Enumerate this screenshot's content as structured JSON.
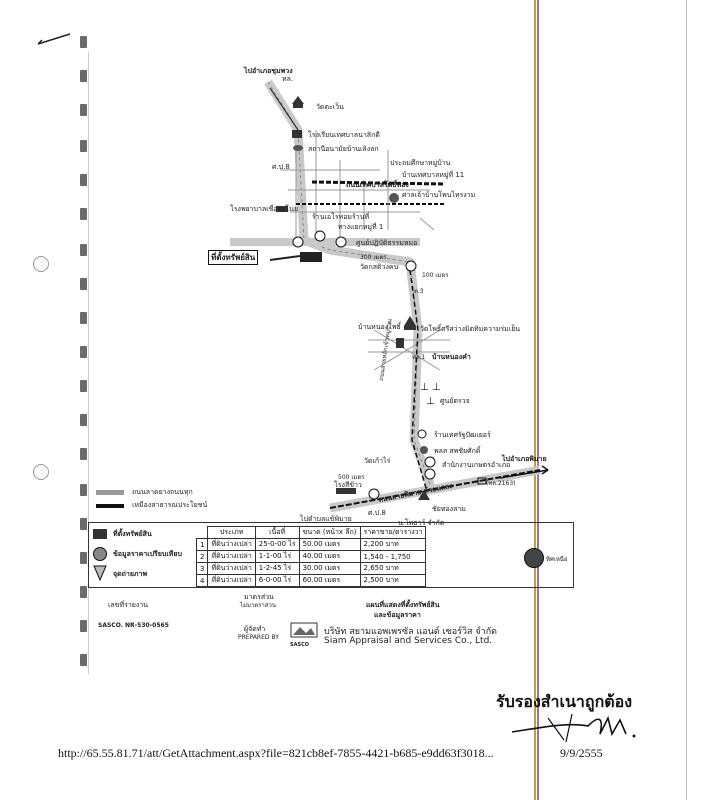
{
  "map": {
    "top_destination": "ไปอำเภอชุมพวง",
    "top_road": "ทล.",
    "top_labels": [
      "วัดตะเว็น",
      "โรงเรียนเทศบาลนาสิกดี",
      "สถานีอนามัยบ้านเลิงลก",
      "ศ.ป.8"
    ],
    "mid_labels": [
      "ประถมศึกษาหมู่บ้าน",
      "บ้านเทศบาลหมู่ที่ 11",
      "ถนนเทศบาลโพธิ์ทอง",
      "ศาลเจ้าบ้านโพนไทรงาม"
    ],
    "market_label": "โรงพยาบาลเชื่อยะโนย",
    "shop_label": "ร้านเอโรทอมร้านที่",
    "school_label": "ทางแยกหมู่ที่ 1",
    "center_label": "ศูนย์ปฏิบัติธรรมหมอ",
    "property_label": "ที่ตั้งทรัพย์สิน",
    "gas_label": "วัดกสติวงคน",
    "distance_1": "300 เมตร",
    "distance_2": "100 เมตร",
    "road_label_3": "ต.3",
    "village_1": "บ้านหนองโพธิ์",
    "temple_1": "วัดโพธิ์ศรีสว่างมิตทิมความร่มเย็น",
    "village_2": "บ้านหนองคำ",
    "road_label_4": "ทล.1",
    "cemetery_label": "ศูนย์ตรวจ",
    "shop_2": "ร้านเทศรัฐปัฒเยอร์",
    "school_2": "พลล สพชัยศักดิ์",
    "temple_2": "วัดเก้าไร่",
    "village_3": "สำนักงานเกษตรอำเภอ",
    "right_destination": "ไปอำเภอพิมาย",
    "road_ref": "(ทล.2163)",
    "bottom_destination": "ไปตำบลแข้พิมาย",
    "distance_3": "500 เมตร",
    "factory_label": "โรงสีข้าว",
    "bottom_labels": [
      "ศ.ป.8",
      "ชัยทองสาม",
      "น.โพธาร์ จำกัด"
    ],
    "vertical_road": "ถนนสายหลักเข้าหมู่บ้าน",
    "diagonal_road": "ถนนสายพิมาย-ห้วยแถลง"
  },
  "legend": {
    "line_1": "ถนนลาดยางถนนทุก",
    "line_2": "เหมืองสาธารณประโยชน์",
    "item_property": "ที่ตั้งทรัพย์สิน",
    "item_comparables": "ข้อมูลราคาเปรียบเทียบ",
    "item_photo": "จุดถ่ายภาพ"
  },
  "table": {
    "headers": [
      "ประเภท",
      "เนื้อที่",
      "ขนาด (หน้าx ลึก)",
      "ราคาขาย/ตารางวา"
    ],
    "rows": [
      {
        "no": "1",
        "type": "ที่ดินว่างเปล่า",
        "area": "25-0-00 ไร่",
        "size": "50.00 เมตร",
        "price": "2,200 บาท"
      },
      {
        "no": "2",
        "type": "ที่ดินว่างเปล่า",
        "area": "1-1-00 ไร่",
        "size": "40.00 เมตร",
        "price": "1,540 - 1,750"
      },
      {
        "no": "3",
        "type": "ที่ดินว่างเปล่า",
        "area": "1-2-45 ไร่",
        "size": "30.00 เมตร",
        "price": "2,650 บาท"
      },
      {
        "no": "4",
        "type": "ที่ดินว่างเปล่า",
        "area": "6-0-00 ไร่",
        "size": "60.00 เมตร",
        "price": "2,500 บาท"
      }
    ]
  },
  "footer_block": {
    "survey_label": "เลขที่รายงาน",
    "survey_code": "SASCO. NR-530-0565",
    "scale_label": "มาตรส่วน",
    "scale_value": "ไม่มาตราส่วน",
    "drawer_label": "ผู้จัดทำ",
    "drawer_value": "PREPARED BY",
    "map_title": "แผนที่แสดงที่ตั้งทรัพย์สิน",
    "map_subtitle": "และข้อมูลราคา",
    "company_thai": "บริษัท สยามแอพเพรซัล แอนด์ เซอร์วิส จำกัด",
    "company_en": "Siam Appraisal and Services Co., Ltd.",
    "logo_text": "SASCO"
  },
  "stamp": {
    "certified": "รับรองสำเนาถูกต้อง"
  },
  "print_footer": {
    "url": "http://65.55.81.71/att/GetAttachment.aspx?file=821cb8ef-7855-4421-b685-e9dd63f3018...",
    "date": "9/9/2555"
  },
  "compass_label": "ทิศเหนือ",
  "colors": {
    "road": "#c9c9c9",
    "ink": "#111111",
    "vertical_line_gold": "#c79a3a",
    "vertical_line_purple": "#8d7bb0"
  }
}
